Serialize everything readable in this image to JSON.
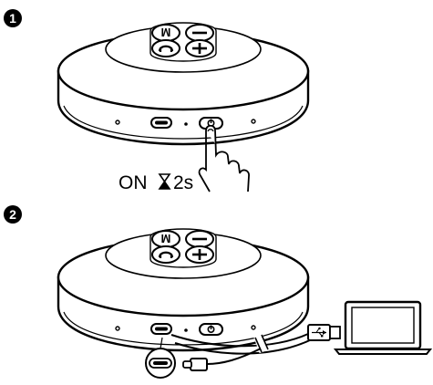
{
  "steps": [
    {
      "number": "1",
      "caption_power": "ON",
      "caption_hold_time": "2s"
    },
    {
      "number": "2"
    }
  ],
  "icons": {
    "step1_hourglass": "hourglass-icon",
    "step2_usb": "usb-icon"
  },
  "colors": {
    "ink": "#000000",
    "paper": "#ffffff",
    "shade": "#d9d9d9"
  }
}
